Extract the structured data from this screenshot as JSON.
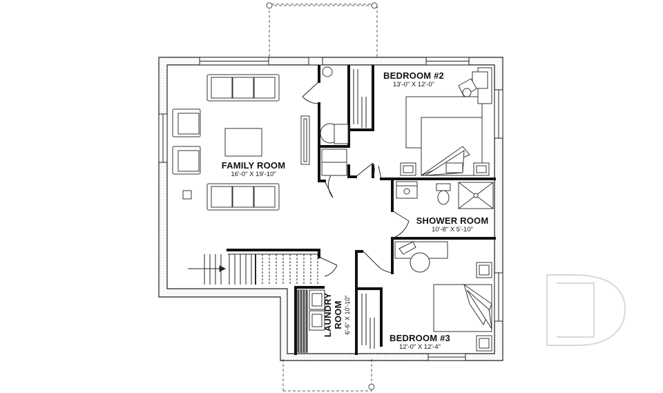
{
  "rooms": {
    "family_room": {
      "name": "FAMILY ROOM",
      "dim": "16'-0\" X 19'-10\""
    },
    "bedroom2": {
      "name": "BEDROOM #2",
      "dim": "13'-0\" X 12'-0\""
    },
    "shower_room": {
      "name": "SHOWER ROOM",
      "dim": "10'-8\" X 5'-10\""
    },
    "laundry_room": {
      "name_line1": "LAUNDRY",
      "name_line2": "ROOM",
      "dim": "6'-6\" X 10'-10\""
    },
    "bedroom3": {
      "name": "BEDROOM #3",
      "dim": "12'-0\" X 12'-4\""
    }
  },
  "colors": {
    "wall": "#111111",
    "line": "#333333",
    "watermark": "#d8d8d8"
  }
}
